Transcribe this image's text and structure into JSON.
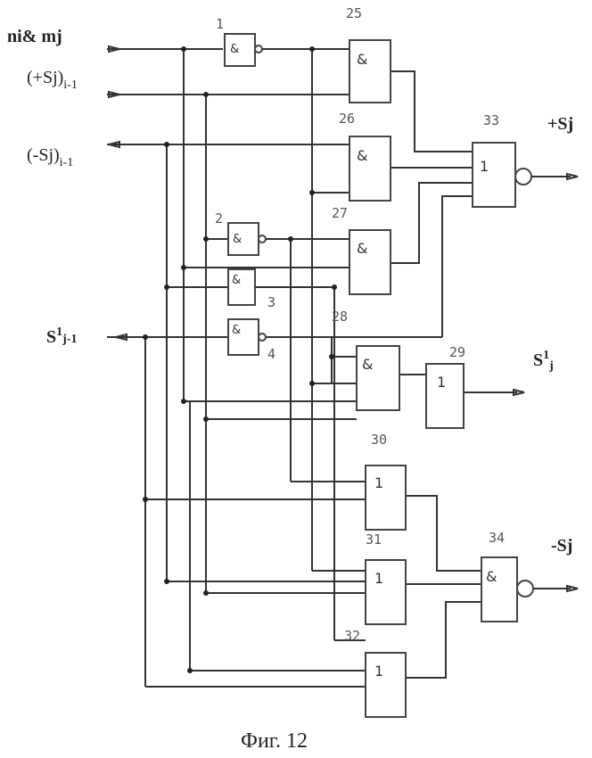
{
  "gates": [
    {
      "id": "g1",
      "number": "1",
      "symbol": "&"
    },
    {
      "id": "g2",
      "number": "2",
      "symbol": "&"
    },
    {
      "id": "g3",
      "number": "3",
      "symbol": "&"
    },
    {
      "id": "g4",
      "number": "4",
      "symbol": "&"
    },
    {
      "id": "g25",
      "number": "25",
      "symbol": "&"
    },
    {
      "id": "g26",
      "number": "26",
      "symbol": "&"
    },
    {
      "id": "g27",
      "number": "27",
      "symbol": "&"
    },
    {
      "id": "g28",
      "number": "28",
      "symbol": "&"
    },
    {
      "id": "g29",
      "number": "29",
      "symbol": "1"
    },
    {
      "id": "g30",
      "number": "30",
      "symbol": "1"
    },
    {
      "id": "g31",
      "number": "31",
      "symbol": "1"
    },
    {
      "id": "g32",
      "number": "32",
      "symbol": "1"
    },
    {
      "id": "g33",
      "number": "33",
      "symbol": "1"
    },
    {
      "id": "g34",
      "number": "34",
      "symbol": "&"
    }
  ],
  "signals": {
    "in_nm": {
      "main": "ni& mj"
    },
    "in_plus": {
      "main": "(+Sj)",
      "sub": "i-1"
    },
    "in_minus": {
      "main": "(-Sj)",
      "sub": "i-1"
    },
    "in_s1": {
      "main": "S",
      "sup": "1",
      "sub": "j-1"
    },
    "out_plus": {
      "main": "+Sj"
    },
    "out_s1": {
      "main": "S",
      "sup": "1",
      "sub": "j"
    },
    "out_minus": {
      "main": "-Sj"
    }
  },
  "caption": "Фиг. 12"
}
